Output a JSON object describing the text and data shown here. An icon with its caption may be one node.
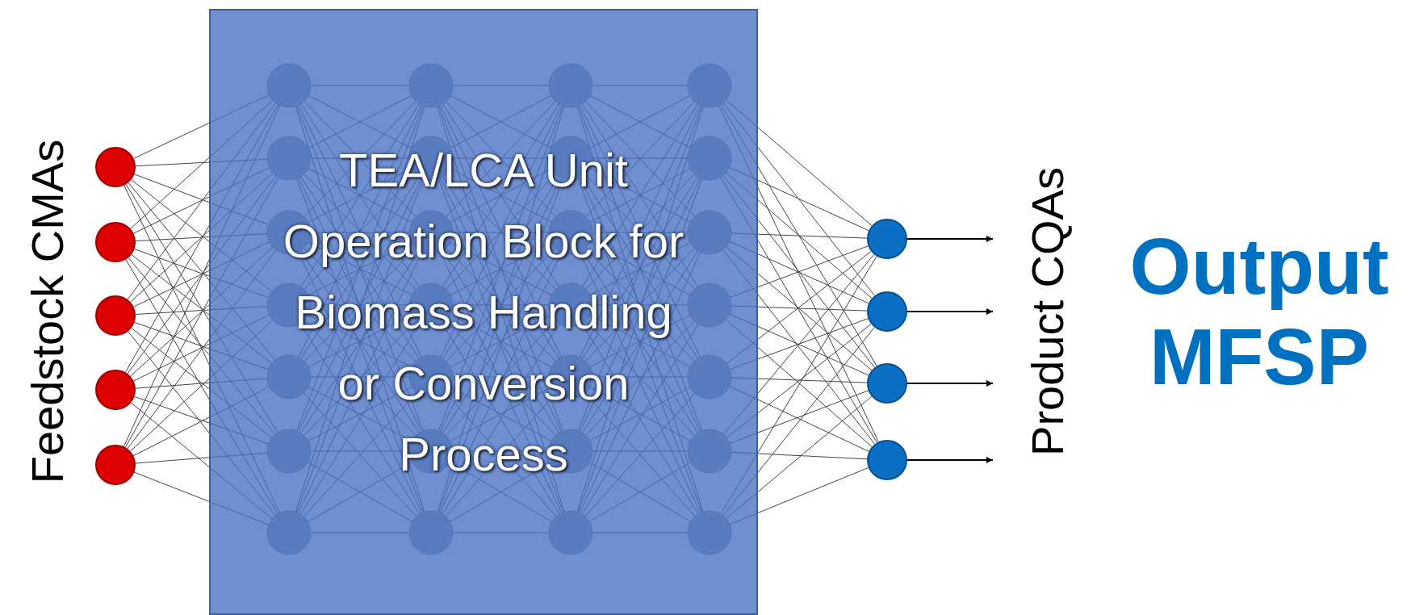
{
  "diagram": {
    "nodes": [
      {
        "text": [],
        "shape": "circle"
      },
      {
        "text": [],
        "shape": "circle"
      },
      {
        "text": [],
        "shape": "circle"
      },
      {
        "text": [],
        "shape": "circle"
      },
      {
        "text": [],
        "shape": "circle"
      },
      {
        "text": [
          "TEA/LCA Unit Operation Block for Biomass Handling or Conversion Process"
        ]
      },
      {
        "text": [],
        "shape": "circle"
      },
      {
        "text": [],
        "shape": "circle"
      },
      {
        "text": [],
        "shape": "circle"
      },
      {
        "text": [],
        "shape": "circle"
      }
    ],
    "edges": [
      {
        "from": 0,
        "to": 5,
        "arrow": "none"
      },
      {
        "from": 0,
        "to": 5,
        "arrow": "none"
      },
      {
        "from": 0,
        "to": 5,
        "arrow": "none"
      },
      {
        "from": 0,
        "to": 5,
        "arrow": "none"
      },
      {
        "from": 0,
        "to": 5,
        "arrow": "none"
      },
      {
        "from": 0,
        "to": 5,
        "arrow": "none"
      },
      {
        "from": 0,
        "to": 5,
        "arrow": "none"
      },
      {
        "from": 1,
        "to": 5,
        "arrow": "none"
      },
      {
        "from": 1,
        "to": 5,
        "arrow": "none"
      },
      {
        "from": 1,
        "to": 5,
        "arrow": "none"
      },
      {
        "from": 1,
        "to": 5,
        "arrow": "none"
      },
      {
        "from": 1,
        "to": 5,
        "arrow": "none"
      },
      {
        "from": 1,
        "to": 5,
        "arrow": "none"
      },
      {
        "from": 1,
        "to": 5,
        "arrow": "none"
      },
      {
        "from": 2,
        "to": 5,
        "arrow": "none"
      },
      {
        "from": 2,
        "to": 5,
        "arrow": "none"
      },
      {
        "from": 2,
        "to": 5,
        "arrow": "none"
      },
      {
        "from": 2,
        "to": 5,
        "arrow": "none"
      },
      {
        "from": 2,
        "to": 5,
        "arrow": "none"
      },
      {
        "from": 2,
        "to": 5,
        "arrow": "none"
      },
      {
        "from": 2,
        "to": 5,
        "arrow": "none"
      },
      {
        "from": 3,
        "to": 5,
        "arrow": "none"
      },
      {
        "from": 3,
        "to": 5,
        "arrow": "none"
      },
      {
        "from": 3,
        "to": 5,
        "arrow": "none"
      },
      {
        "from": 3,
        "to": 5,
        "arrow": "none"
      },
      {
        "from": 3,
        "to": 5,
        "arrow": "none"
      },
      {
        "from": 3,
        "to": 5,
        "arrow": "none"
      },
      {
        "from": 3,
        "to": 5,
        "arrow": "none"
      },
      {
        "from": 4,
        "to": 5,
        "arrow": "none"
      },
      {
        "from": 4,
        "to": 5,
        "arrow": "none"
      },
      {
        "from": 4,
        "to": 5,
        "arrow": "none"
      },
      {
        "from": 4,
        "to": 5,
        "arrow": "none"
      },
      {
        "from": 4,
        "to": 5,
        "arrow": "none"
      },
      {
        "from": 4,
        "to": 5,
        "arrow": "none"
      },
      {
        "from": 4,
        "to": 5,
        "arrow": "none"
      },
      {
        "from": 5,
        "to": 6,
        "arrow": "none"
      },
      {
        "from": 5,
        "to": 6,
        "arrow": "none"
      },
      {
        "from": 5,
        "to": 6,
        "arrow": "none"
      },
      {
        "from": 5,
        "to": 6,
        "arrow": "none"
      },
      {
        "from": 5,
        "to": 6,
        "arrow": "none"
      },
      {
        "from": 5,
        "to": 6,
        "arrow": "none"
      },
      {
        "from": 5,
        "to": 6,
        "arrow": "none"
      },
      {
        "from": 5,
        "to": 7,
        "arrow": "none"
      },
      {
        "from": 5,
        "to": 7,
        "arrow": "none"
      },
      {
        "from": 5,
        "to": 7,
        "arrow": "none"
      },
      {
        "from": 5,
        "to": 7,
        "arrow": "none"
      },
      {
        "from": 5,
        "to": 7,
        "arrow": "none"
      },
      {
        "from": 5,
        "to": 7,
        "arrow": "none"
      },
      {
        "from": 5,
        "to": 7,
        "arrow": "none"
      },
      {
        "from": 5,
        "to": 8,
        "arrow": "none"
      },
      {
        "from": 5,
        "to": 8,
        "arrow": "none"
      },
      {
        "from": 5,
        "to": 8,
        "arrow": "none"
      },
      {
        "from": 5,
        "to": 8,
        "arrow": "none"
      },
      {
        "from": 5,
        "to": 8,
        "arrow": "none"
      },
      {
        "from": 5,
        "to": 8,
        "arrow": "none"
      },
      {
        "from": 5,
        "to": 8,
        "arrow": "none"
      },
      {
        "from": 5,
        "to": 9,
        "arrow": "none"
      },
      {
        "from": 5,
        "to": 9,
        "arrow": "none"
      },
      {
        "from": 5,
        "to": 9,
        "arrow": "none"
      },
      {
        "from": 5,
        "to": 9,
        "arrow": "none"
      },
      {
        "from": 5,
        "to": 9,
        "arrow": "none"
      },
      {
        "from": 5,
        "to": 9,
        "arrow": "none"
      },
      {
        "from": 5,
        "to": 9,
        "arrow": "none"
      },
      {
        "from": 6,
        "to": null,
        "arrow": "to"
      },
      {
        "from": 7,
        "to": null,
        "arrow": "to"
      },
      {
        "from": 8,
        "to": null,
        "arrow": "to"
      },
      {
        "from": 9,
        "to": null,
        "arrow": "to"
      }
    ],
    "labels": [
      "Feedstock CMAs",
      "Product CQAs",
      "Output MFSP"
    ]
  }
}
